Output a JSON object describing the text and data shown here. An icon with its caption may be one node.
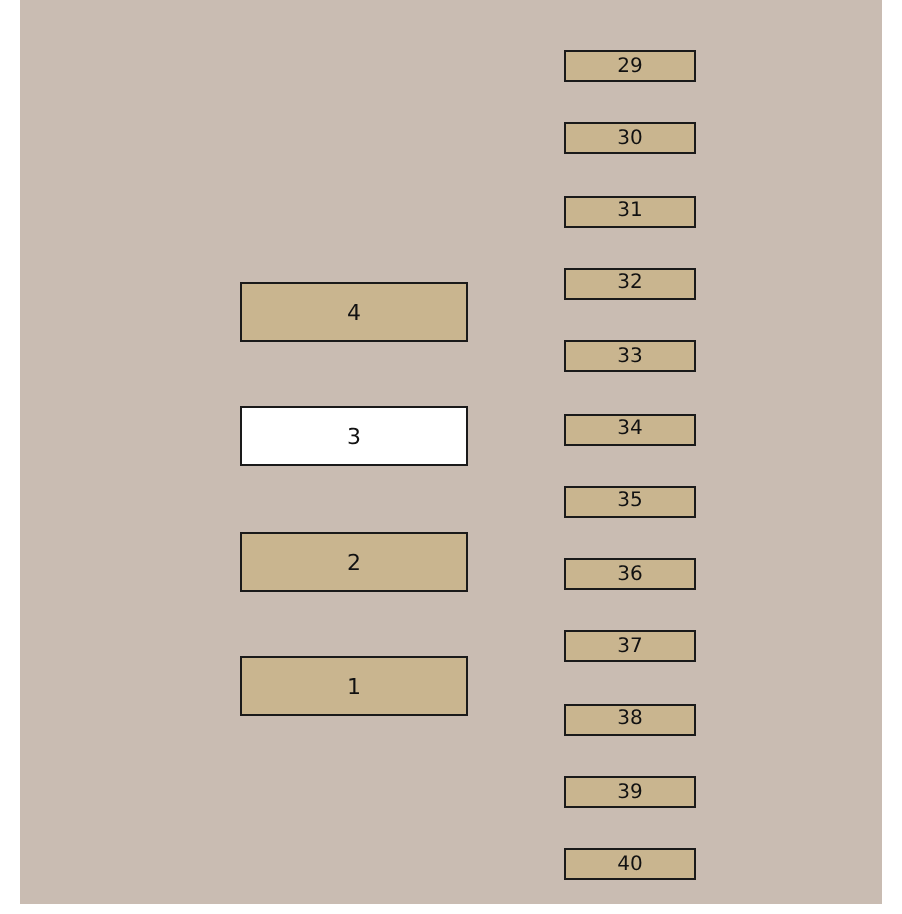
{
  "diagram": {
    "nodes": [
      {
        "text": [
          "4"
        ]
      },
      {
        "text": [
          "3"
        ]
      },
      {
        "text": [
          "2"
        ]
      },
      {
        "text": [
          "1"
        ]
      },
      {
        "text": [
          "29"
        ]
      },
      {
        "text": [
          "30"
        ]
      },
      {
        "text": [
          "31"
        ]
      },
      {
        "text": [
          "32"
        ]
      },
      {
        "text": [
          "33"
        ]
      },
      {
        "text": [
          "34"
        ]
      },
      {
        "text": [
          "35"
        ]
      },
      {
        "text": [
          "36"
        ]
      },
      {
        "text": [
          "37"
        ]
      },
      {
        "text": [
          "38"
        ]
      },
      {
        "text": [
          "39"
        ]
      },
      {
        "text": [
          "40"
        ]
      }
    ]
  }
}
